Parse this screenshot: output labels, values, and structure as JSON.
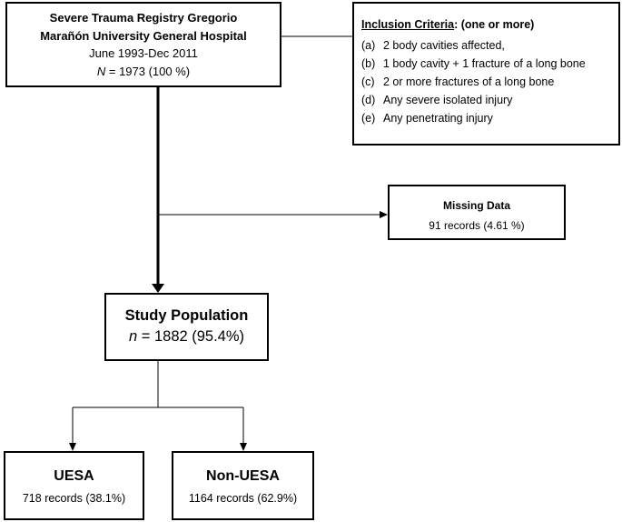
{
  "registry": {
    "line1": "Severe Trauma Registry  Gregorio",
    "line2": "Marañón University General Hospital",
    "period": "June 1993-Dec 2011",
    "n_label": "N",
    "n_value": " = 1973 (100 %)"
  },
  "criteria": {
    "title_underlined": "Inclusion Criteria",
    "title_rest": ": (one or more)",
    "items": [
      {
        "label": "(a)",
        "text": "2 body cavities affected,"
      },
      {
        "label": "(b)",
        "text": "1 body cavity + 1 fracture of a long bone"
      },
      {
        "label": "(c)",
        "text": "2 or more fractures of a long bone"
      },
      {
        "label": "(d)",
        "text": "Any severe isolated injury"
      },
      {
        "label": "(e)",
        "text": "Any penetrating injury"
      }
    ]
  },
  "missing": {
    "title": "Missing Data",
    "value": "91 records (4.61 %)"
  },
  "study": {
    "title": "Study Population",
    "n_label": "n",
    "n_value": " = 1882 (95.4%)"
  },
  "uesa": {
    "title": "UESA",
    "value": "718 records (38.1%)"
  },
  "nonuesa": {
    "title": "Non-UESA",
    "value": "1164 records (62.9%)"
  }
}
